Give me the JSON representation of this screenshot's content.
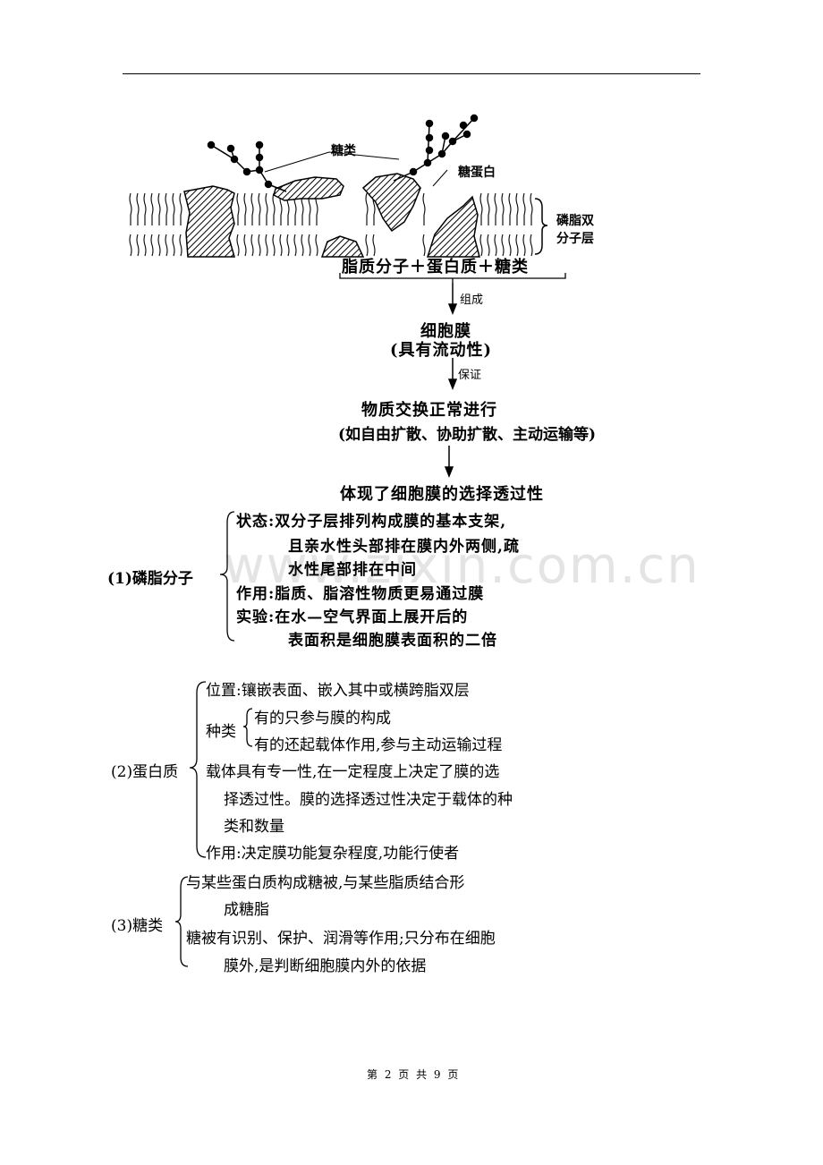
{
  "diagram": {
    "label_sugar": "糖类",
    "label_glycoprotein": "糖蛋白",
    "label_bilayer_1": "磷脂双",
    "label_bilayer_2": "分子层",
    "composition": "脂质分子＋蛋白质＋糖类",
    "arrow1": "组成",
    "membrane": "细胞膜",
    "membrane_sub": "(具有流动性)",
    "arrow2": "保证",
    "exchange": "物质交换正常进行",
    "exchange_sub": "(如自由扩散、协助扩散、主动运输等)",
    "result": "体现了细胞膜的选择透过性"
  },
  "section1": {
    "label": "(1)磷脂分子",
    "lines": [
      "状态:双分子层排列构成膜的基本支架,",
      "且亲水性头部排在膜内外两侧,疏",
      "水性尾部排在中间",
      "作用:脂质、脂溶性物质更易通过膜",
      "实验:在水—空气界面上展开后的",
      "表面积是细胞膜表面积的二倍"
    ]
  },
  "section2": {
    "label": "(2)蛋白质",
    "line_position": "位置:镶嵌表面、嵌入其中或横跨脂双层",
    "type_label": "种类",
    "type_1": "有的只参与膜的构成",
    "type_2": "有的还起载体作用,参与主动运输过程",
    "carrier_lines": [
      "载体具有专一性,在一定程度上决定了膜的选",
      "择透过性。膜的选择透过性决定于载体的种",
      "类和数量"
    ],
    "line_function": "作用:决定膜功能复杂程度,功能行使者"
  },
  "section3": {
    "label": "(3)糖类",
    "lines": [
      "与某些蛋白质构成糖被,与某些脂质结合形",
      "成糖脂",
      "糖被有识别、保护、润滑等作用;只分布在细胞",
      "膜外,是判断细胞膜内外的依据"
    ]
  },
  "watermark": "www.zixin.com.cn",
  "footer": "第 2 页 共 9 页"
}
